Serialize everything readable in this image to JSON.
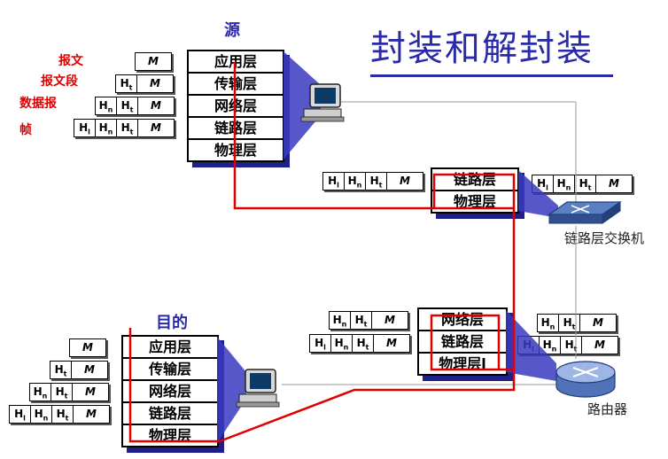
{
  "title": "封装和解封装",
  "labels": {
    "source": "源",
    "destination": "目的",
    "message": "报文",
    "segment": "报文段",
    "datagram": "数据报",
    "frame": "帧",
    "switch": "链路层交换机",
    "router": "路由器"
  },
  "layers": {
    "app": "应用层",
    "transport": "传输层",
    "network": "网络层",
    "link": "链路层",
    "physical": "物理层",
    "physical_router": "物理层l"
  },
  "header_tokens": {
    "M": "M",
    "Ht": "H",
    "Hn": "H",
    "Hl": "H",
    "sub_t": "t",
    "sub_n": "n",
    "sub_l": "l"
  },
  "colors": {
    "title": "#2a2aa8",
    "path": "#e00000",
    "shadow": "#1f1f8a"
  }
}
